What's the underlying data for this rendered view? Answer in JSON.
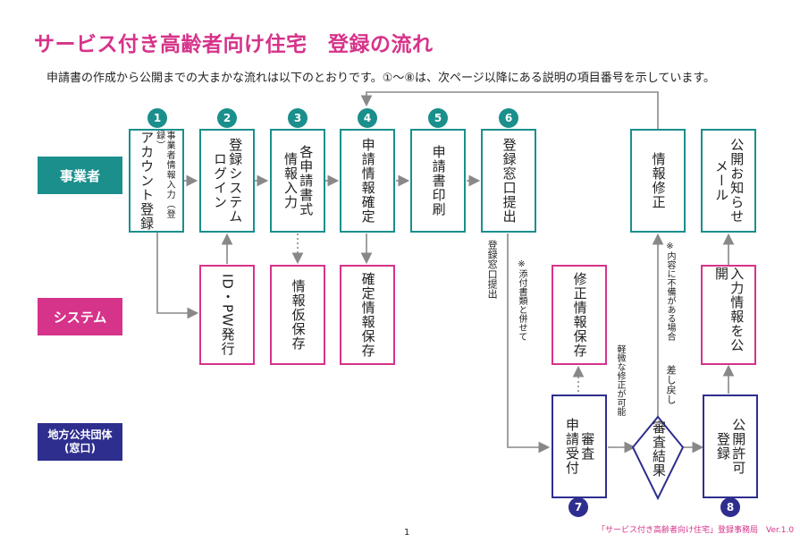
{
  "title": "サービス付き高齢者向け住宅　登録の流れ",
  "subtitle": "申請書の作成から公開までの大まかな流れは以下のとおりです。①〜⑧は、次ページ以降にある説明の項目番号を示しています。",
  "lanes": {
    "business": "事業者",
    "system": "システム",
    "government_line1": "地方公共団体",
    "government_line2": "(窓口)"
  },
  "steps": {
    "s1": {
      "num": "1",
      "main": "アカウント登録",
      "sub": "事業者情報入力（登録）"
    },
    "s2": {
      "num": "2",
      "main": "ログイン",
      "main2": "登録システム"
    },
    "s3": {
      "num": "3",
      "main": "情報入力",
      "main2": "各申請書式"
    },
    "s4": {
      "num": "4",
      "main": "申請情報確定"
    },
    "s5": {
      "num": "5",
      "main": "申請書印刷"
    },
    "s6": {
      "num": "6",
      "main": "登録窓口提出"
    },
    "fix": {
      "main": "情報修正"
    },
    "mail": {
      "main": "メール",
      "main2": "公開お知らせ"
    }
  },
  "system_boxes": {
    "id_issue": "ID・PW発行",
    "temp_save": "情報仮保存",
    "confirm_save": "確定情報保存",
    "fix_save": "修正情報保存",
    "publish": "入力情報を公開"
  },
  "gov_boxes": {
    "s7": {
      "num": "7",
      "main": "申請受付",
      "main2": "審査"
    },
    "result": "審査結果",
    "s8": {
      "num": "8",
      "main": "登録",
      "main2": "公開許可"
    }
  },
  "notes": {
    "submit": "登録窓口提出",
    "attach": "※添付書類と併せて",
    "minor_fix": "軽微な修正が可能",
    "incomplete": "※内容に不備がある場合",
    "return": "差し戻し"
  },
  "page_number": "1",
  "footer": "「サービス付き高齢者向け住宅」登録事務局　Ver.1.0"
}
